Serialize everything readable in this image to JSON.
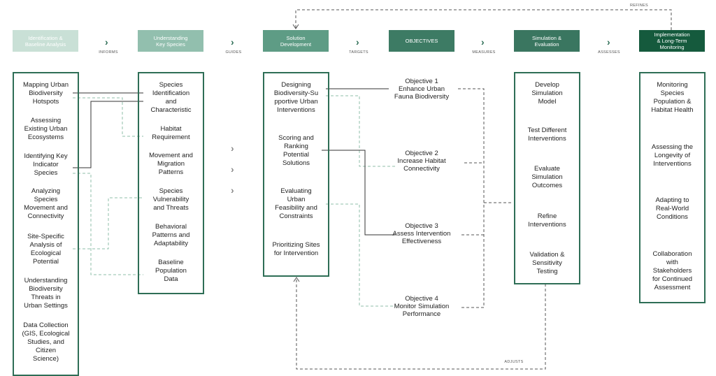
{
  "headers": [
    {
      "label": "Identification &\nBaseline Analysis",
      "color": "#c9e0d6"
    },
    {
      "label": "Understanding\nKey Species",
      "color": "#92bfae"
    },
    {
      "label": "Solution\nDevelopment",
      "color": "#5e9c85"
    },
    {
      "label": "OBJECTIVES",
      "color": "#3d7b64"
    },
    {
      "label": "Simulation &\nEvaluation",
      "color": "#3a7660"
    },
    {
      "label": "Implementation\n& Long-Term\nMonitoring",
      "color": "#155a3d"
    }
  ],
  "flow_labels": {
    "informs": "INFORMS",
    "guides": "GUIDES",
    "targets": "TARGETS",
    "measures": "MEASURES",
    "assesses": "ASSESSES",
    "refines": "REFINES",
    "adjusts": "ADJUSTS"
  },
  "col1": [
    "Mapping Urban\nBiodiversity\nHotspots",
    "Assessing\nExisting Urban\nEcosystems",
    "Identifying Key\nIndicator\nSpecies",
    "Analyzing\nSpecies\nMovement and\nConnectivity",
    "Site-Specific\nAnalysis of\nEcological\nPotential",
    "Understanding\nBiodiversity\nThreats in\nUrban Settings",
    "Data Collection\n(GIS, Ecological\nStudies, and\nCitizen\nScience)"
  ],
  "col2": [
    "Species\nIdentification\nand\nCharacteristic",
    "Habitat\nRequirement",
    "Movement and\nMigration\nPatterns",
    "Species\nVulnerability\nand Threats",
    "Behavioral\nPatterns and\nAdaptability",
    "Baseline\nPopulation\nData"
  ],
  "col3": [
    "Designing\nBiodiversity-Su\npportive Urban\nInterventions",
    "Scoring and\nRanking\nPotential\nSolutions",
    "Evaluating\nUrban\nFeasibility and\nConstraints",
    "Prioritizing Sites\nfor Intervention"
  ],
  "objectives": [
    "Objective 1\nEnhance Urban\nFauna Biodiversity",
    "Objective 2\nIncrease Habitat\nConnectivity",
    "Objective 3\nAssess Intervention\nEffectiveness",
    "Objective 4\nMonitor Simulation\nPerformance"
  ],
  "col5": [
    "Develop\nSimulation\nModel",
    "Test Different\nInterventions",
    "Evaluate\nSimulation\nOutcomes",
    "Refine\nInterventions",
    "Validation &\nSensitivity\nTesting"
  ],
  "col6": [
    "Monitoring\nSpecies\nPopulation &\nHabitat Health",
    "Assessing the\nLongevity of\nInterventions",
    "Adapting to\nReal-World\nConditions",
    "Collaboration\nwith\nStakeholders\nfor Continued\nAssessment"
  ],
  "arrow_glyph": "›",
  "icons": {
    "chevron": "chevron-right-icon"
  }
}
